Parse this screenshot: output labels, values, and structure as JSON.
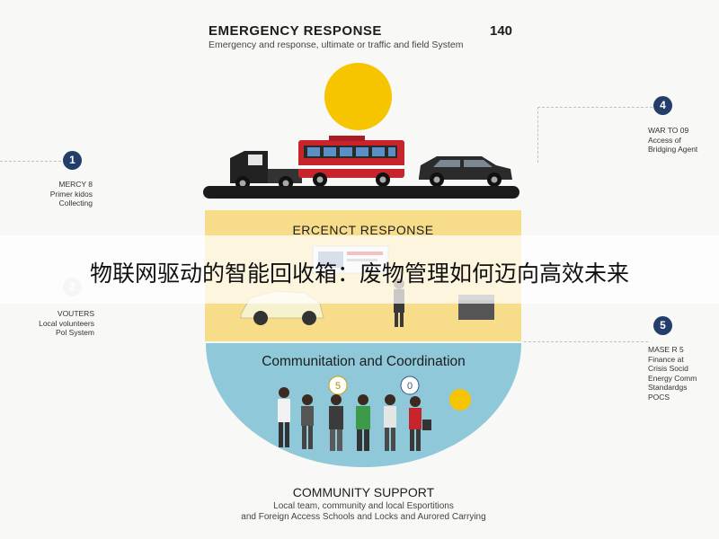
{
  "header": {
    "title": "EMERGENCY RESPONSE",
    "number": "140",
    "subtitle": "Emergency and response, ultimate or traffic and field System"
  },
  "steps": [
    {
      "num": "1",
      "text": "MERCY 8\nPrimer kidos\nCollecting"
    },
    {
      "num": "2",
      "text": "VOUTERS\nLocal volunteers\nPol System"
    },
    {
      "num": "4",
      "text": "WAR TO 09\nAccess of\nBridging Agent"
    },
    {
      "num": "5",
      "text": "MASE R 5\nFinance at\nCrisis Socid\nEnergy Comm\nStandardgs\nPOCS"
    }
  ],
  "section_yellow": {
    "title": "ERCENCT RESPONSE"
  },
  "banner": {
    "text": "物联网驱动的智能回收箱：废物管理如何迈向高效未来"
  },
  "section_blue": {
    "title": "Communitation and Coordination",
    "bubble_1": "5",
    "bubble_2": "0"
  },
  "footer": {
    "title": "COMMUNITY SUPPORT",
    "line1": "Local team, community and local Esportitions",
    "line2": "and Foreign Access Schools and Locks and Aurored Carrying"
  },
  "colors": {
    "marker": "#233e6b",
    "sun": "#f7c400",
    "yellow_section": "#f7dc8a",
    "blue_section": "#8fc8d8",
    "bus_red": "#c8242d",
    "road": "#1b1b1b"
  }
}
